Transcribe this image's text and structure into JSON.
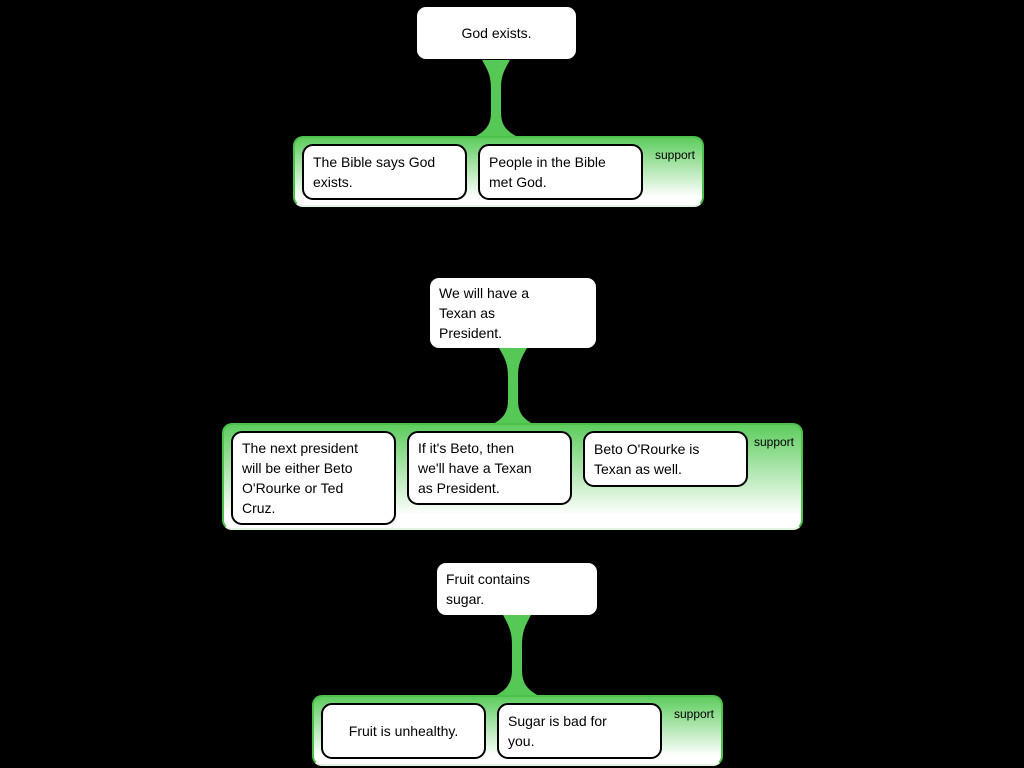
{
  "colors": {
    "canvas": "#000000",
    "connector_green": "#55c855",
    "group_top_green": "#5ecd5e",
    "group_border_green": "#4cc24c",
    "group_fade": "#ffffff",
    "node_border": "#000000",
    "node_fill": "#ffffff",
    "text_color": "#000000"
  },
  "trees": [
    {
      "conclusion": {
        "lines": [
          "God exists."
        ]
      },
      "relation_label": "support",
      "premises": [
        {
          "lines": [
            "The Bible says God",
            "exists."
          ]
        },
        {
          "lines": [
            "People in the Bible",
            "met God."
          ]
        }
      ]
    },
    {
      "conclusion": {
        "lines": [
          "We will have a",
          "Texan as",
          "President."
        ]
      },
      "relation_label": "support",
      "premises": [
        {
          "lines": [
            "The next president",
            "will be either Beto",
            "O'Rourke or Ted",
            "Cruz."
          ]
        },
        {
          "lines": [
            "If it's Beto, then",
            "we'll have a Texan",
            "as President."
          ]
        },
        {
          "lines": [
            "Beto O'Rourke is",
            "Texan as well."
          ]
        }
      ]
    },
    {
      "conclusion": {
        "lines": [
          "Fruit contains",
          "sugar."
        ]
      },
      "relation_label": "support",
      "premises": [
        {
          "lines": [
            "Fruit is unhealthy."
          ]
        },
        {
          "lines": [
            "Sugar is bad for",
            "you."
          ]
        }
      ]
    }
  ]
}
